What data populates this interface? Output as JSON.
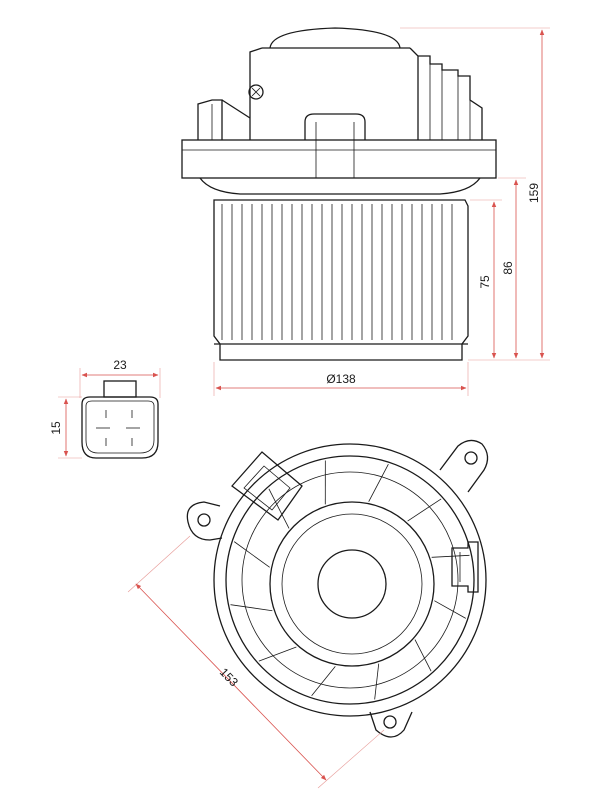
{
  "dimensions": {
    "total_height": "159",
    "mount_height": "86",
    "wheel_height": "75",
    "wheel_diameter": "Ø138",
    "connector_width": "23",
    "connector_height": "15",
    "flange_span": "153"
  },
  "colors": {
    "line": "#1a1a1a",
    "dimension": "#d9534f"
  }
}
